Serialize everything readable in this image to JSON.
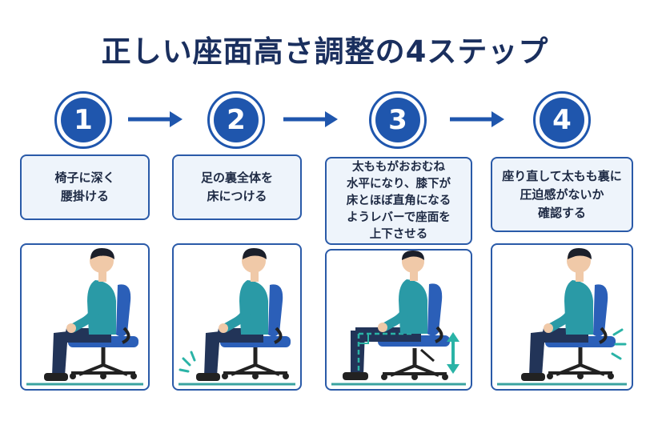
{
  "title": "正しい座面高さ調整の4ステップ",
  "steps": [
    {
      "number": "1",
      "text": "椅子に深く\n腰掛ける"
    },
    {
      "number": "2",
      "text": "足の裏全体を\n床につける"
    },
    {
      "number": "3",
      "text": "太ももがおおむね\n水平になり、膝下が\n床とほぼ直角になる\nようレバーで座面を\n上下させる"
    },
    {
      "number": "4",
      "text": "座り直して太もも裏に\n圧迫感がないか\n確認する"
    }
  ],
  "colors": {
    "primary": "#1f56ad",
    "box_border": "#2a5aa8",
    "box_fill": "#eef4fb",
    "chair": "#2b5fb8",
    "shirt": "#2a9aa6",
    "pants": "#223458",
    "floor": "#3aa3a0",
    "accent": "#2ab3a6"
  }
}
